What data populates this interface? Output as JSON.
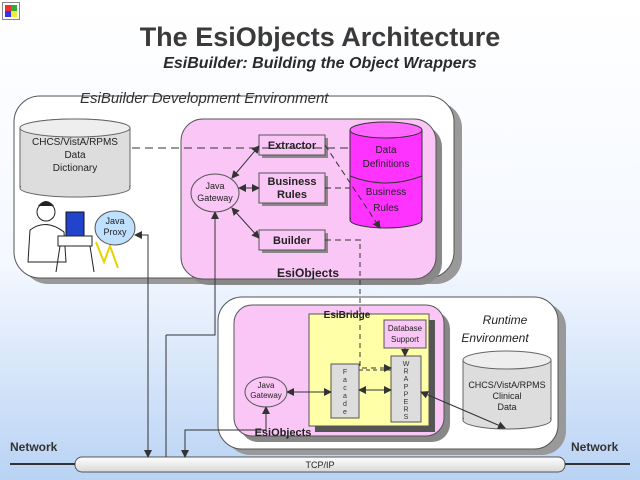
{
  "header": {
    "title": "The EsiObjects Architecture",
    "subtitle": "EsiBuilder: Building the Object Wrappers"
  },
  "dev_env": {
    "title": "EsiBuilder Development Environment",
    "data_dictionary": [
      "CHCS/VistA/RPMS",
      "Data",
      "Dictionary"
    ],
    "java_proxy": [
      "Java",
      "Proxy"
    ],
    "esiobjects_label": "EsiObjects",
    "java_gateway": [
      "Java",
      "Gateway"
    ],
    "extractor": "Extractor",
    "business_rules": [
      "Business",
      "Rules"
    ],
    "builder": "Builder",
    "data_definitions": [
      "Data",
      "Definitions"
    ],
    "business_rules_db": [
      "Business",
      "Rules"
    ]
  },
  "runtime_env": {
    "title": [
      "Runtime",
      "Environment"
    ],
    "esibridge": "EsiBridge",
    "database_support": [
      "Database",
      "Support"
    ],
    "facade": [
      "F",
      "a",
      "c",
      "a",
      "d",
      "e"
    ],
    "wrappers": [
      "W",
      "R",
      "A",
      "P",
      "P",
      "E",
      "R",
      "S"
    ],
    "java_gateway": [
      "Java",
      "Gateway"
    ],
    "esiobjects_label": "EsiObjects",
    "clinical_data": [
      "CHCS/VistA/RPMS",
      "Clinical",
      "Data"
    ]
  },
  "network": {
    "left_label": "Network",
    "right_label": "Network",
    "bus_label": "TCP/IP"
  },
  "colors": {
    "pink": "#f9c6f6",
    "magenta": "#ff33ff",
    "yellow": "#ffffa8"
  }
}
